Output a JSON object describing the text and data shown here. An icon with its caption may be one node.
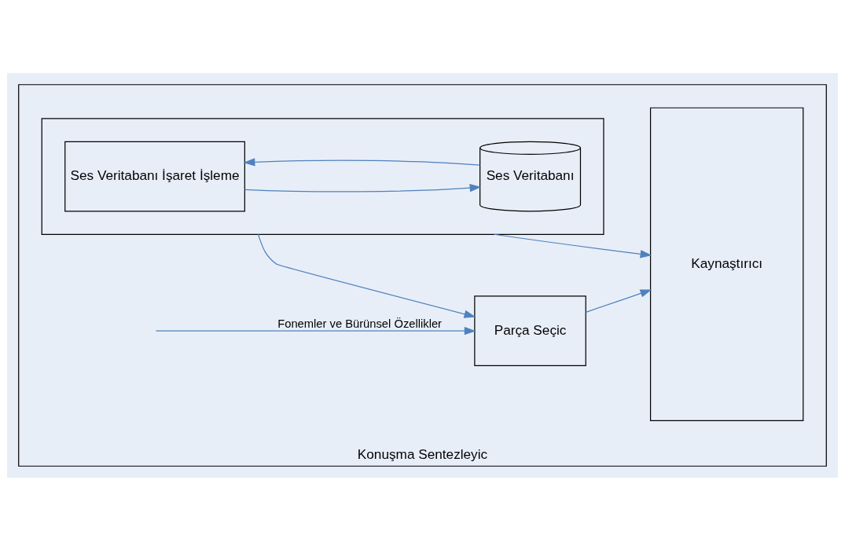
{
  "diagram": {
    "nodes": [
      {
        "text": [
          "Konuşma Sentezleyic"
        ]
      },
      {
        "text": [
          "Parça Seçic"
        ],
        "in": 0
      },
      {
        "text": [
          "Kaynaştırıcı"
        ],
        "in": 0
      },
      {
        "text": [],
        "shape": "box",
        "in": 0
      },
      {
        "text": [
          "Ses Veritabanı İşaret İşleme"
        ],
        "in": 3
      },
      {
        "text": [
          "Ses Veritabanı"
        ],
        "in": 3
      }
    ],
    "edges": [
      {
        "from": null,
        "to": 1,
        "arrow": "to",
        "label": "Fonemler ve Bürünsel Özellikler"
      },
      {
        "from": 1,
        "to": 2,
        "arrow": "to"
      },
      {
        "from": 3,
        "to": 1,
        "arrow": "to"
      },
      {
        "from": 3,
        "to": 2,
        "arrow": "to"
      },
      {
        "from": 5,
        "to": 4,
        "arrow": "to"
      },
      {
        "from": 4,
        "to": 5,
        "arrow": "to"
      }
    ]
  }
}
